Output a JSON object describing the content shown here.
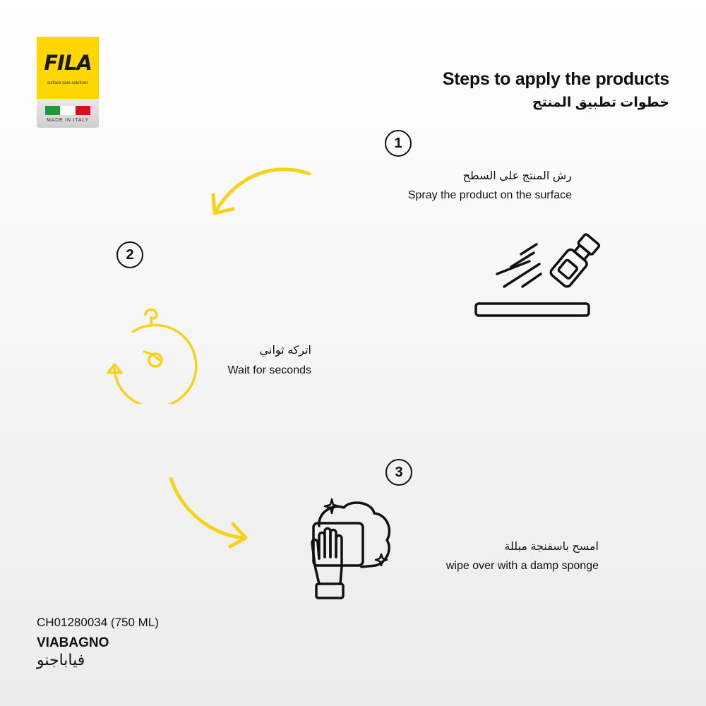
{
  "brand": {
    "logo_text": "FILA",
    "tagline": "surface care solutions",
    "made_in": "MADE IN ITALY",
    "colors": {
      "yellow": "#ffd600",
      "flag_green": "#1b9a3c",
      "flag_red": "#d6101c"
    }
  },
  "header": {
    "title_en": "Steps to apply the products",
    "title_ar": "خطوات تطبيق المنتج"
  },
  "steps": [
    {
      "number": "1",
      "text_ar": "رش المنتج على السطح",
      "text_en": "Spray the product on the surface",
      "icon": "spray-bottle-icon"
    },
    {
      "number": "2",
      "text_ar": "اتركه ثواني",
      "text_en": "Wait for seconds",
      "icon": "timer-icon"
    },
    {
      "number": "3",
      "text_ar": "امسح باسفنجة مبللة",
      "text_en": "wipe over with a damp sponge",
      "icon": "glove-sponge-icon"
    }
  ],
  "product": {
    "code": "CH01280034 (750 ML)",
    "name_en": "VIABAGNO",
    "name_ar": "فياباجنو"
  },
  "accent_color": "#f5d21b"
}
